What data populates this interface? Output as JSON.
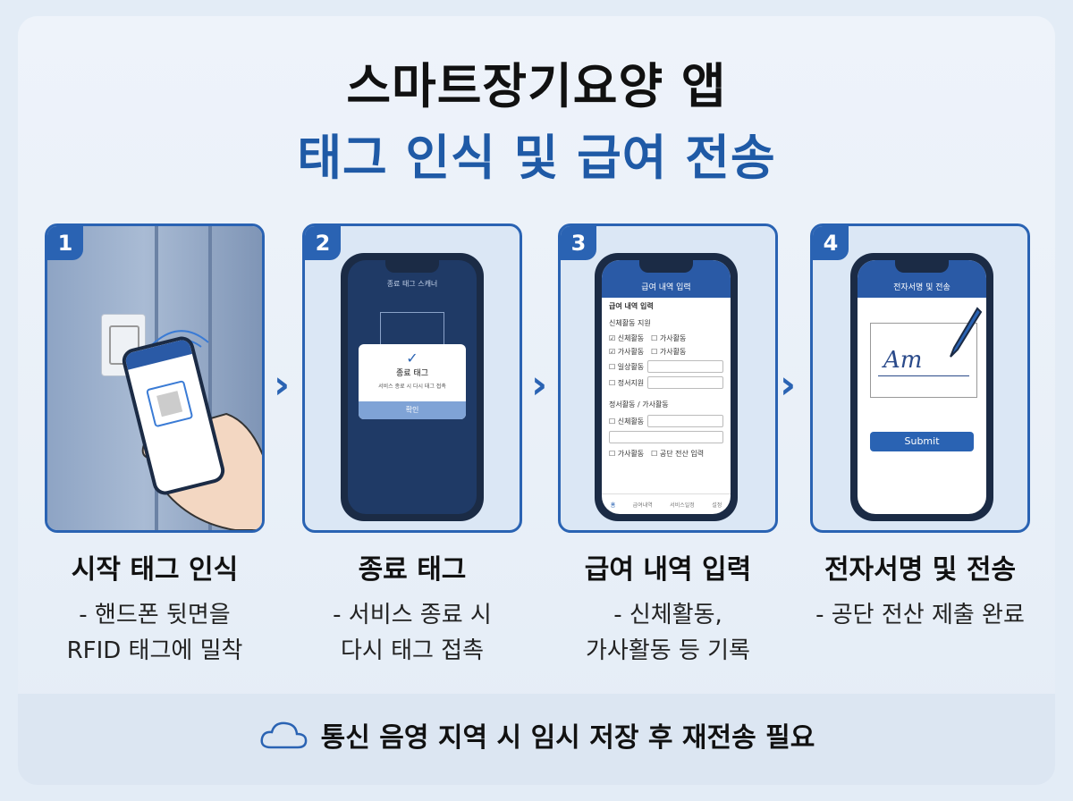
{
  "title": {
    "line1": "스마트장기요양 앱",
    "line2": "태그 인식 및 급여 전송"
  },
  "steps": [
    {
      "num": "1",
      "heading": "시작 태그 인식",
      "desc1": "- 핸드폰 뒷면을",
      "desc2": "RFID 태그에 밀착"
    },
    {
      "num": "2",
      "heading": "종료 태그",
      "desc1": "- 서비스 종료 시",
      "desc2": "다시 태그 접촉"
    },
    {
      "num": "3",
      "heading": "급여 내역 입력",
      "desc1": "- 신체활동,",
      "desc2": "가사활동 등 기록"
    },
    {
      "num": "4",
      "heading": "전자서명 및 전송",
      "desc1": "- 공단 전산 제출 완료",
      "desc2": ""
    }
  ],
  "phone2": {
    "header": "종료 태그 스캐너",
    "dialog_title": "종료 태그",
    "dialog_sub": "서비스 종료 시 다시 태그 접촉",
    "dialog_button": "확인"
  },
  "phone3": {
    "header": "급여 내역 입력",
    "section_title": "급여 내역 입력",
    "group1": "신체활동 지원",
    "rows1": [
      "신체활동",
      "가사활동",
      "일상활동",
      "정서지원"
    ],
    "rows1b": [
      "가사활동",
      "가사활동"
    ],
    "group2": "정서활동 / 가사활동",
    "rows2": [
      "신체활동",
      "가사활동",
      "공단 전산 입력"
    ],
    "nav": [
      "홈",
      "급여내역",
      "서비스일정",
      "설정"
    ]
  },
  "phone4": {
    "header": "전자서명 및 전송",
    "signature": "Am",
    "submit": "Submit"
  },
  "footer": {
    "text": "통신 음영 지역 시 임시 저장 후 재전송 필요",
    "icon": "cloud-icon"
  },
  "colors": {
    "primary": "#2a63b3",
    "dark": "#1b2b45",
    "title_blue": "#1f5aa6"
  }
}
